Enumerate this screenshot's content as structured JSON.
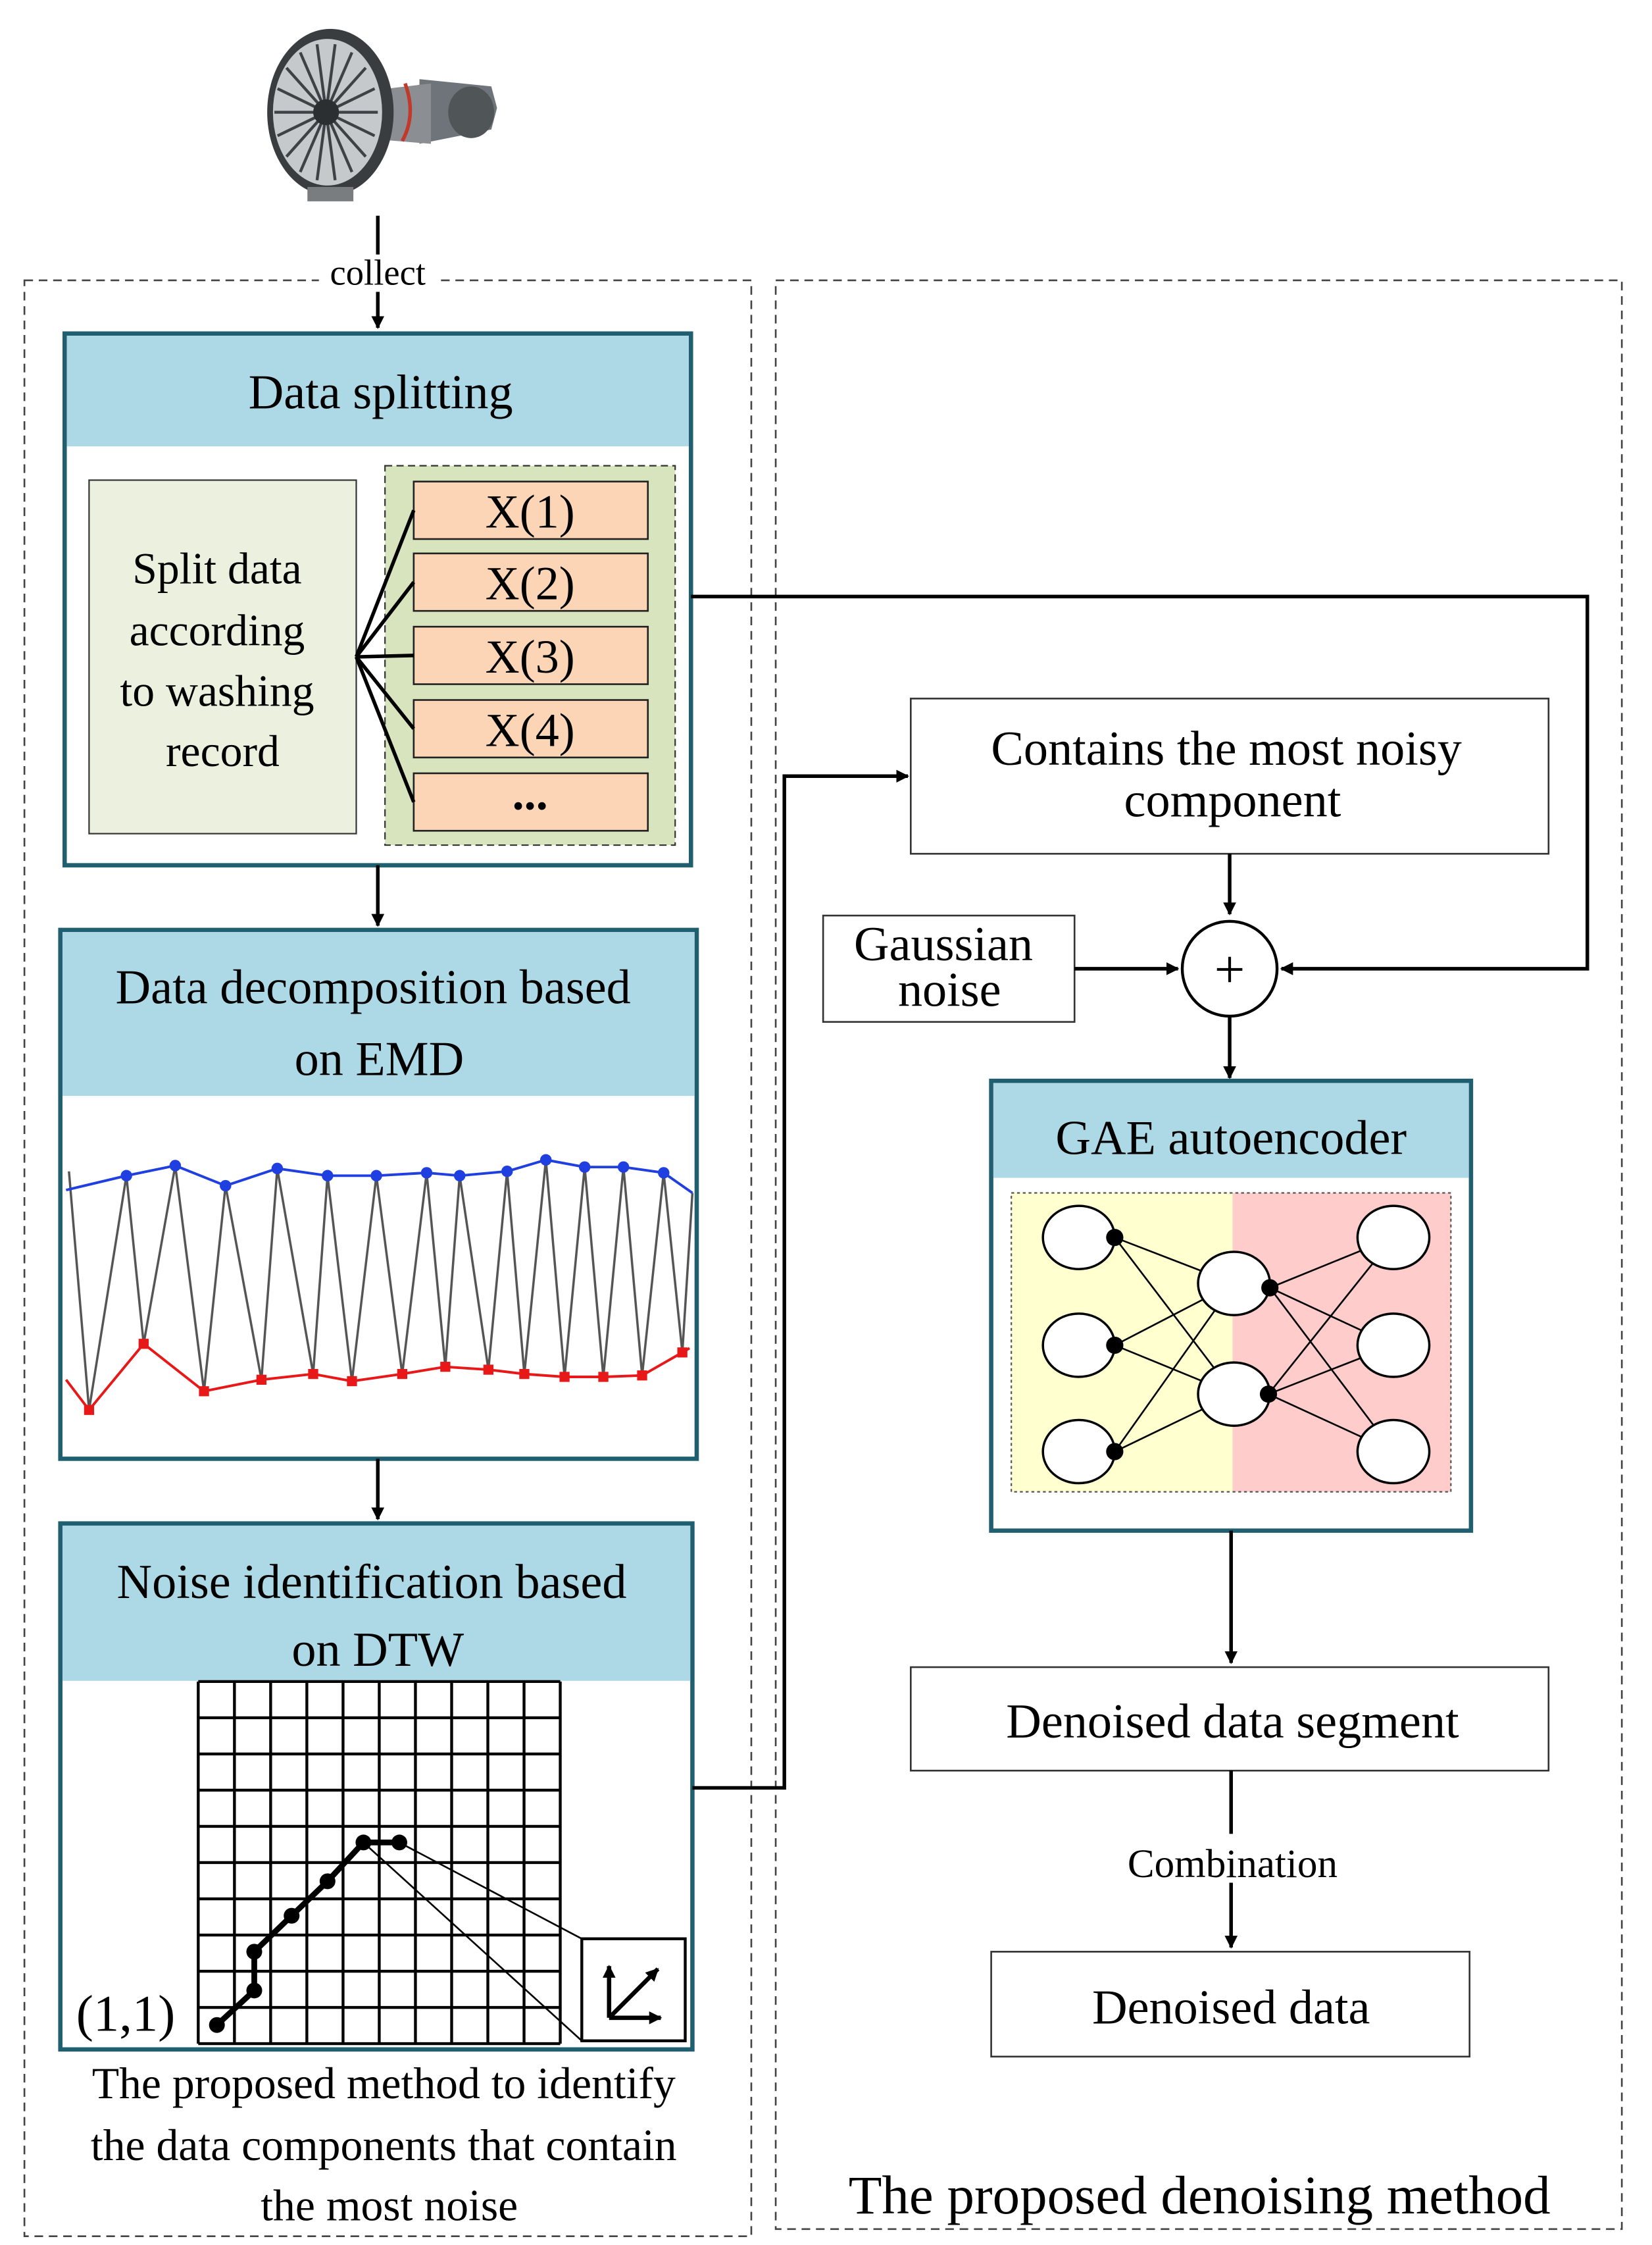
{
  "source_label": "collect",
  "data_splitting": {
    "title": "Data splitting",
    "split_text": [
      "Split data",
      "according",
      "to washing",
      "record"
    ],
    "segments": [
      "X(1)",
      "X(2)",
      "X(3)",
      "X(4)",
      "..."
    ]
  },
  "emd": {
    "title": [
      "Data decomposition based",
      "on EMD"
    ]
  },
  "dtw": {
    "title": [
      "Noise identification based",
      "on DTW"
    ],
    "origin_label": "(1,1)",
    "caption": [
      "The proposed method to identify",
      "the data components that contain",
      "the most noise"
    ]
  },
  "denoise": {
    "noisy_component": [
      "Contains the most noisy",
      "component"
    ],
    "gaussian_noise": [
      "Gaussian",
      "noise"
    ],
    "sum_symbol": "+",
    "gae_title": "GAE autoencoder",
    "denoised_segment": "Denoised data segment",
    "combination_label": "Combination",
    "denoised_data": "Denoised data",
    "section_caption": "The proposed denoising method"
  },
  "colors": {
    "header_fill": "#add8e6",
    "panel_border": "#1f5f70",
    "split_text_fill": "#ebf1de",
    "segment_group_fill": "#d7e4bd",
    "segment_fill": "#fbd5b5",
    "encoder_fill": "#ffffd0",
    "decoder_fill": "#ffcccc",
    "upper_envelope": "#1f3fe0",
    "lower_envelope": "#e81818",
    "signal": "#555555"
  },
  "icons": [
    "turbofan-engine-icon",
    "summation-icon",
    "direction-arrows-icon"
  ]
}
